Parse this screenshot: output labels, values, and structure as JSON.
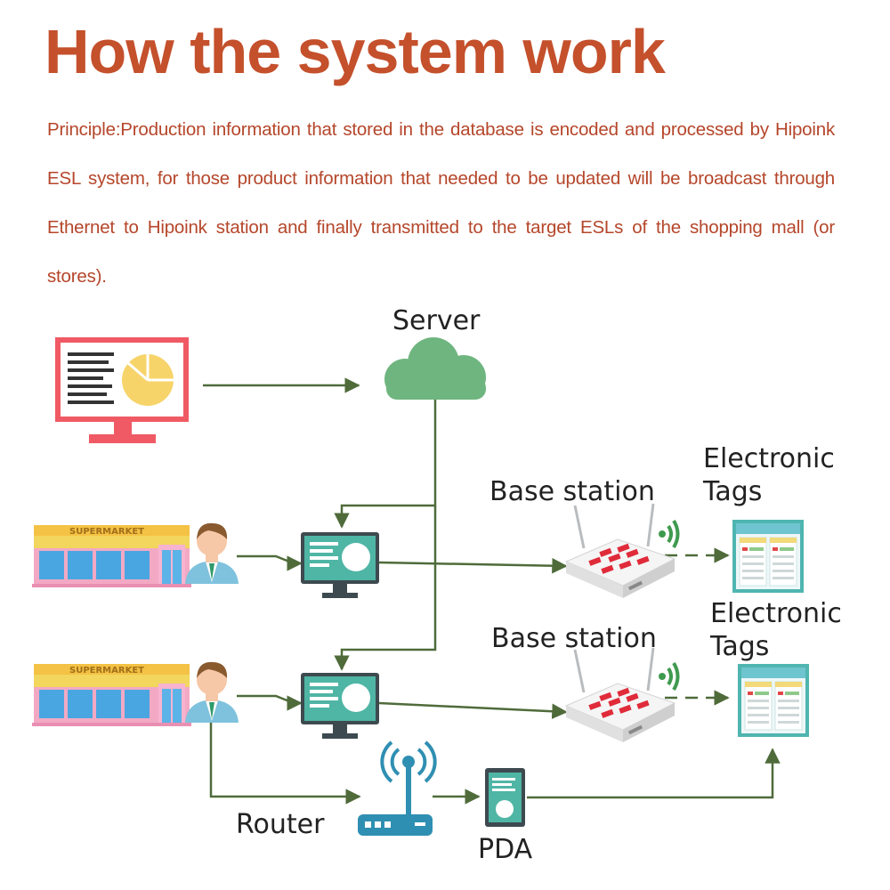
{
  "header": {
    "title": "How the system work",
    "principle": "Principle:Production information that stored in the database is encoded and processed by Hipoink ESL system, for those product information that needed to be updated will be broadcast through Ethernet to Hipoink station and finally transmitted to the target ESLs of the shopping mall (or stores)."
  },
  "diagram": {
    "labels": {
      "server": "Server",
      "base_station_1": "Base station",
      "base_station_2": "Base station",
      "tags_1_line1": "Electronic",
      "tags_1_line2": "Tags",
      "tags_2_line1": "Electronic",
      "tags_2_line2": "Tags",
      "router": "Router",
      "pda": "PDA"
    },
    "store_sign": "SUPERMARKET",
    "colors": {
      "accent": "#c4502c",
      "line": "#4f6b3a",
      "cloud": "#6fb57f",
      "monitor_pink": "#f05a64",
      "monitor_dark": "#3d4a4f",
      "screen_teal": "#4fb5a5",
      "pie_yellow": "#f7d46a",
      "tag_frame": "#4fb5b0",
      "router_blue": "#2f8fb2",
      "base_red": "#e02b3a"
    },
    "icons": [
      "database-monitor-icon",
      "cloud-server-icon",
      "supermarket-icon",
      "staff-person-icon",
      "workstation-monitor-icon",
      "base-station-icon",
      "wireless-signal-icon",
      "electronic-tags-icon",
      "router-icon",
      "pda-icon"
    ]
  }
}
